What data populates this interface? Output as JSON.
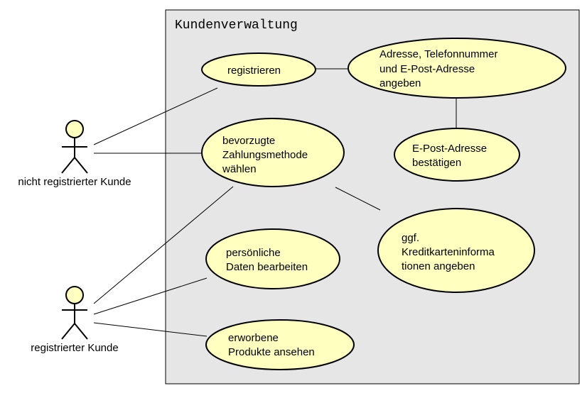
{
  "system": {
    "title": "Kundenverwaltung"
  },
  "actors": {
    "unregistered": {
      "label": "nicht registrierter Kunde"
    },
    "registered": {
      "label": "registrierter Kunde"
    }
  },
  "use_cases": {
    "registrieren": {
      "lines": [
        "registrieren"
      ]
    },
    "adresse": {
      "lines": [
        "Adresse, Telefonnummer",
        "und E-Post-Adresse",
        "angeben"
      ]
    },
    "zahlung": {
      "lines": [
        "bevorzugte",
        "Zahlungsmethode",
        "wählen"
      ]
    },
    "epost": {
      "lines": [
        "E-Post-Adresse",
        "bestätigen"
      ]
    },
    "kredit": {
      "lines": [
        "ggf.",
        "Kreditkarteninforma",
        "tionen angeben"
      ]
    },
    "daten": {
      "lines": [
        "persönliche",
        "Daten bearbeiten"
      ]
    },
    "produkte": {
      "lines": [
        "erworbene",
        "Produkte ansehen"
      ]
    }
  },
  "colors": {
    "system_fill": "#e6e6e6",
    "use_case_fill": "#ffffc0",
    "actor_head_fill": "#ffffc0",
    "stroke": "#000000"
  }
}
